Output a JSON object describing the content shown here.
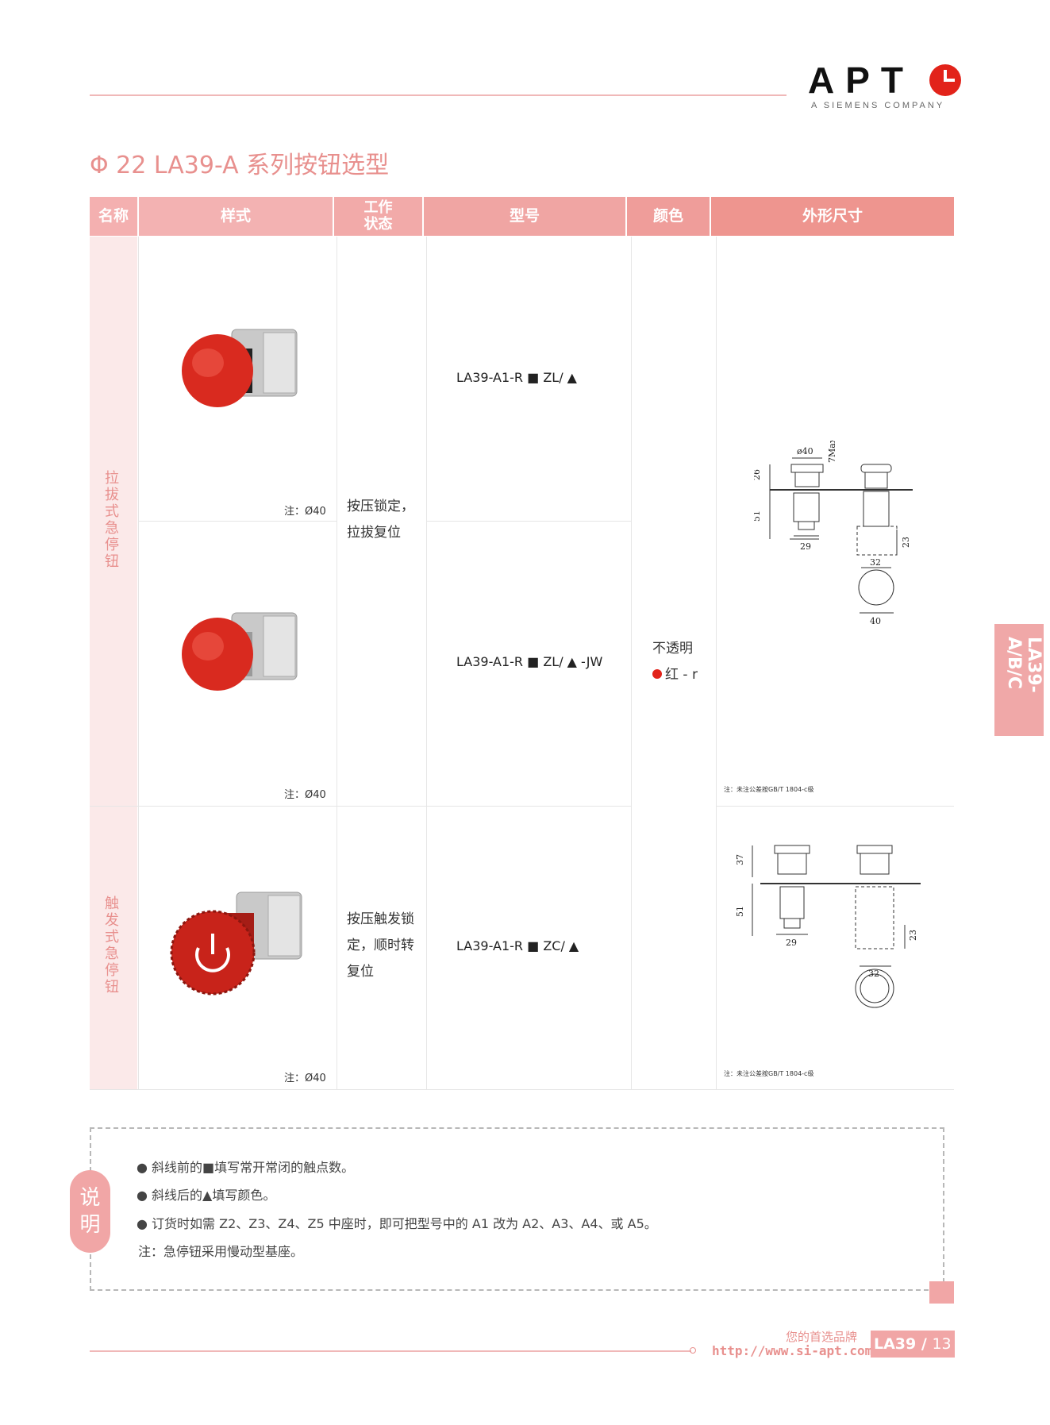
{
  "header": {
    "logo": "APT",
    "logo_sub": "A SIEMENS COMPANY"
  },
  "page_title": "Φ 22 LA39-A 系列按钮选型",
  "table": {
    "headers": [
      "名称",
      "样式",
      "工作\n状态",
      "型号",
      "颜色",
      "外形尺寸"
    ],
    "groups": [
      {
        "name": "拉拔式急停钮",
        "state": [
          "按压锁定，",
          "拉拔复位"
        ]
      },
      {
        "name": "触发式急停钮",
        "state": [
          "按压触发锁",
          "定，顺时转",
          "复位"
        ]
      }
    ],
    "rows": [
      {
        "model": "LA39-A1-R ■ ZL/ ▲",
        "note": "注：Ø40"
      },
      {
        "model": "LA39-A1-R ■ ZL/ ▲ -JW",
        "note": "注：Ø40"
      },
      {
        "model": "LA39-A1-R ■ ZC/ ▲",
        "note": "注：Ø40"
      }
    ],
    "color": {
      "line1": "不透明",
      "line2": "红 - r",
      "dot_color": "#e2231a"
    },
    "drawing_notes": [
      "注：未注公差按GB/T 1804-c级",
      "注：未注公差按GB/T 1804-c级"
    ],
    "dims1": {
      "d40": "ø40",
      "max": "7Max",
      "h26": "26",
      "h51": "51",
      "w29": "29",
      "h23": "23",
      "w32": "32",
      "w40": "40"
    },
    "dims2": {
      "h37": "37",
      "h51": "51",
      "w29": "29",
      "h23": "23",
      "w32": "32"
    }
  },
  "side_tab": "LA39-A/B/C",
  "notes": {
    "label": "说明",
    "items": [
      "斜线前的■填写常开常闭的触点数。",
      "斜线后的▲填写颜色。",
      "订货时如需 Z2、Z3、Z4、Z5 中座时，即可把型号中的 A1 改为 A2、A3、A4、或 A5。"
    ],
    "footnote": "注：急停钮采用慢动型基座。"
  },
  "footer": {
    "slogan": "您的首选品牌",
    "url": "http://www.si-apt.com",
    "series": "LA39",
    "sep": "/",
    "page": "13"
  },
  "colors": {
    "accent": "#e8908e",
    "header_from": "#f4b8b8",
    "header_to": "#ee8f89",
    "name_bg": "#fbe9e9"
  }
}
